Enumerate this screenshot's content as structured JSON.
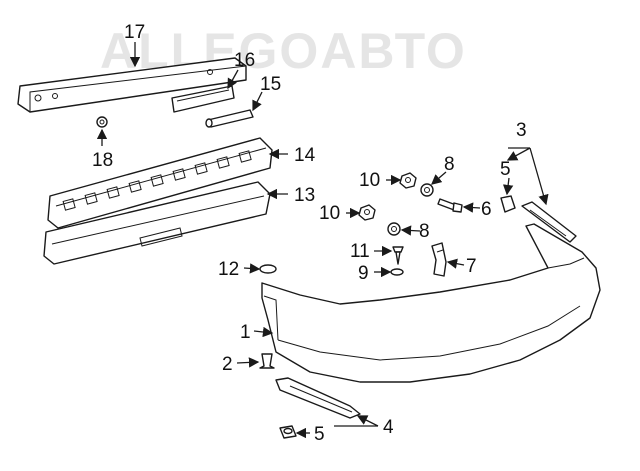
{
  "watermark": "ALLEGOAВТО",
  "callouts": {
    "c1": "1",
    "c2": "2",
    "c3": "3",
    "c4": "4",
    "c5a": "5",
    "c5b": "5",
    "c6": "6",
    "c7": "7",
    "c8a": "8",
    "c8b": "8",
    "c9": "9",
    "c10a": "10",
    "c10b": "10",
    "c11": "11",
    "c12": "12",
    "c13": "13",
    "c14": "14",
    "c15": "15",
    "c16": "16",
    "c17": "17",
    "c18": "18"
  }
}
